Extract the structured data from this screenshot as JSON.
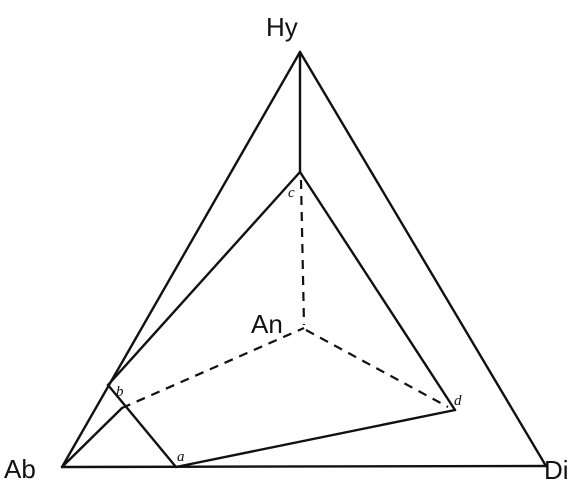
{
  "diagram": {
    "vertices": {
      "hy": "Hy",
      "ab": "Ab",
      "di": "Di",
      "an": "An"
    },
    "points": {
      "a": "a",
      "b": "b",
      "c": "c",
      "d": "d"
    }
  }
}
